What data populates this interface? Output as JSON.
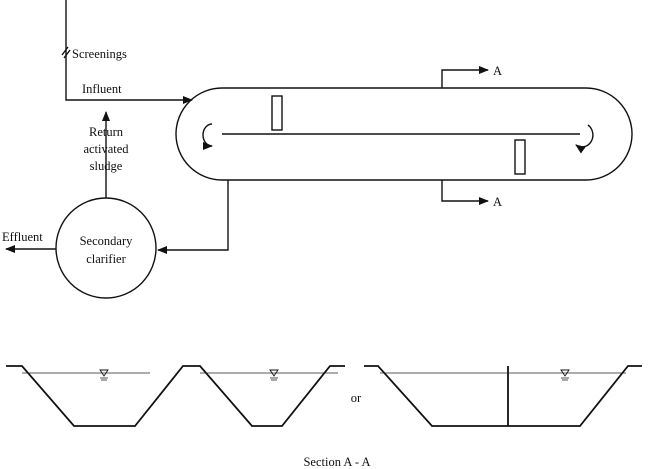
{
  "labels": {
    "screenings": "Screenings",
    "influent": "Influent",
    "return_line1": "Return",
    "return_line2": "activated",
    "return_line3": "sludge",
    "effluent": "Effluent",
    "clarifier_line1": "Secondary",
    "clarifier_line2": "clarifier",
    "section_marker_top": "A",
    "section_marker_bottom": "A",
    "or": "or",
    "section_caption": "Section A - A"
  },
  "colors": {
    "line": "#111111",
    "background": "#ffffff"
  }
}
